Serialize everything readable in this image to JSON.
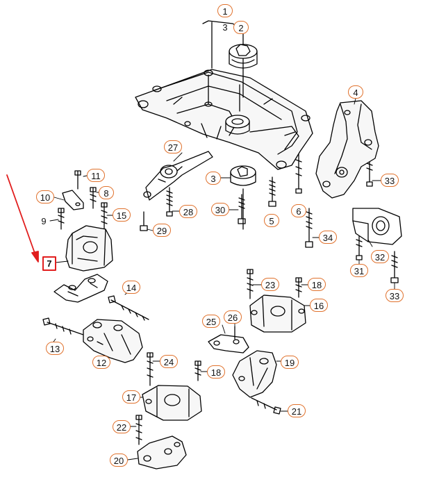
{
  "diagram": {
    "accent_color": "#e0712c",
    "highlight_color": "#e11d1d",
    "highlighted_part": "7",
    "callouts": [
      {
        "id": "c1",
        "label": "1"
      },
      {
        "id": "c3a",
        "label": "3"
      },
      {
        "id": "c2",
        "label": "2"
      },
      {
        "id": "c4",
        "label": "4"
      },
      {
        "id": "c27",
        "label": "27"
      },
      {
        "id": "c3b",
        "label": "3"
      },
      {
        "id": "c11",
        "label": "11"
      },
      {
        "id": "c8",
        "label": "8"
      },
      {
        "id": "c10",
        "label": "10"
      },
      {
        "id": "c15",
        "label": "15"
      },
      {
        "id": "c9",
        "label": "9"
      },
      {
        "id": "c7",
        "label": "7"
      },
      {
        "id": "c28",
        "label": "28"
      },
      {
        "id": "c29",
        "label": "29"
      },
      {
        "id": "c30",
        "label": "30"
      },
      {
        "id": "c5",
        "label": "5"
      },
      {
        "id": "c6",
        "label": "6"
      },
      {
        "id": "c33a",
        "label": "33"
      },
      {
        "id": "c34",
        "label": "34"
      },
      {
        "id": "c32",
        "label": "32"
      },
      {
        "id": "c31",
        "label": "31"
      },
      {
        "id": "c33b",
        "label": "33"
      },
      {
        "id": "c14",
        "label": "14"
      },
      {
        "id": "c23",
        "label": "23"
      },
      {
        "id": "c18a",
        "label": "18"
      },
      {
        "id": "c16",
        "label": "16"
      },
      {
        "id": "c25",
        "label": "25"
      },
      {
        "id": "c26",
        "label": "26"
      },
      {
        "id": "c13",
        "label": "13"
      },
      {
        "id": "c12",
        "label": "12"
      },
      {
        "id": "c19",
        "label": "19"
      },
      {
        "id": "c24",
        "label": "24"
      },
      {
        "id": "c18b",
        "label": "18"
      },
      {
        "id": "c17",
        "label": "17"
      },
      {
        "id": "c21",
        "label": "21"
      },
      {
        "id": "c22",
        "label": "22"
      },
      {
        "id": "c20",
        "label": "20"
      }
    ]
  }
}
